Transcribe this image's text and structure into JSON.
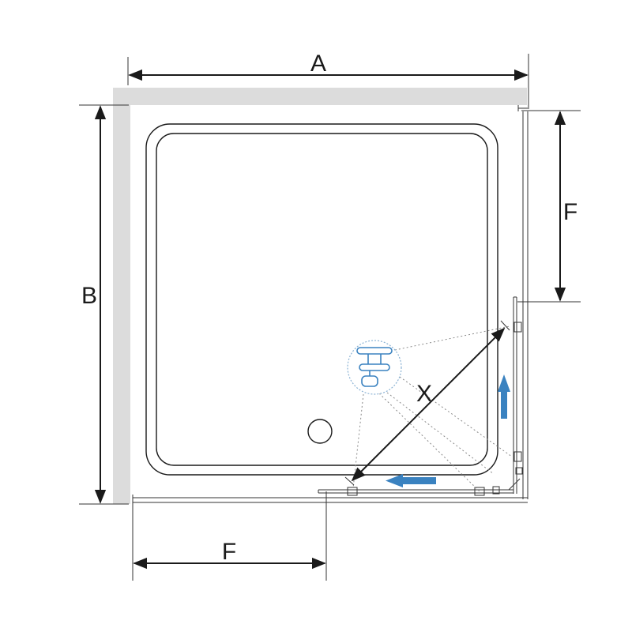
{
  "dimensions": {
    "width_label": "A",
    "depth_label": "B",
    "side_entry_label": "F",
    "front_entry_label": "F",
    "diagonal_label": "X"
  },
  "arrows": {
    "color": "#3a82c0",
    "directions": [
      "up",
      "left"
    ]
  },
  "colors": {
    "wall": "#dcdcdc",
    "lines": "#1a1a1a",
    "detail": "#3a82c0"
  },
  "icons": [
    "wheel-detail-icon",
    "drain-icon"
  ]
}
